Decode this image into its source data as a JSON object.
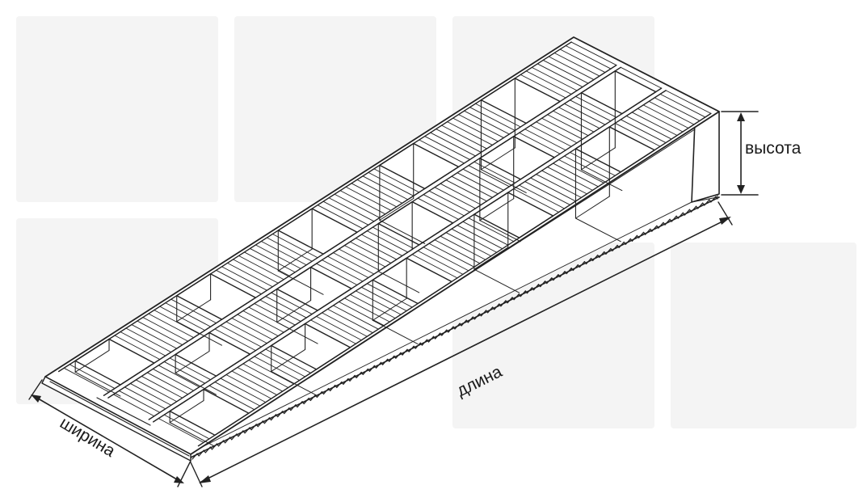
{
  "labels": {
    "height": "высота",
    "length": "длина",
    "width": "ширина"
  },
  "colors": {
    "line": "#222222",
    "background": "#ffffff"
  }
}
